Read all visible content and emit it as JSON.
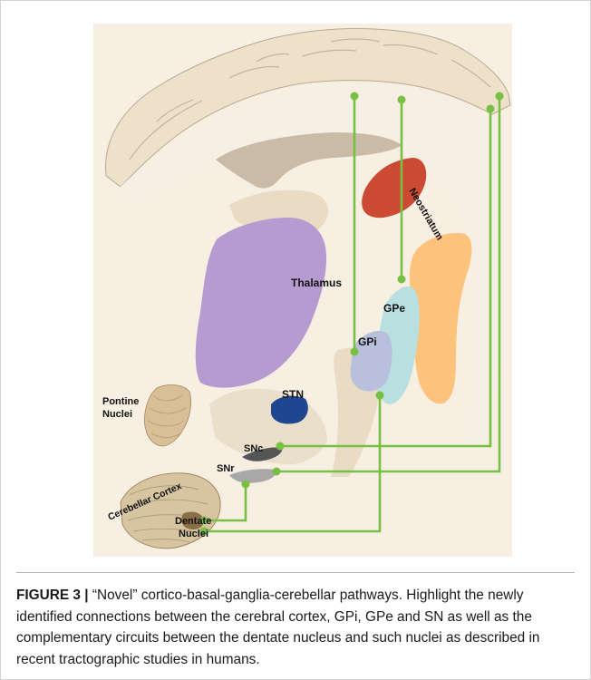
{
  "figure": {
    "labels": {
      "neostriatum": "Neostriatum",
      "thalamus": "Thalamus",
      "gpe": "GPe",
      "gpi": "GPi",
      "stn": "STN",
      "pontine_line1": "Pontine",
      "pontine_line2": "Nuclei",
      "snc": "SNc",
      "snr": "SNr",
      "cerebellar_cortex": "Cerebellar Cortex",
      "dentate_line1": "Dentate",
      "dentate_line2": "Nuclei"
    },
    "colors": {
      "pathway": "#77c043",
      "cortex": "#ede1c9",
      "white_matter": "#f7f0e4",
      "deep_structure": "#e9dbc4",
      "corpus_callosum": "#c9bba5",
      "neostriatum": "#cc4a33",
      "striatum_body": "#fdc27b",
      "thalamus": "#b59bd0",
      "gpe": "#b9e0e0",
      "gpi": "#b9c0de",
      "stn": "#1f4790",
      "snc": "#555555",
      "snr": "#a8a8a8",
      "cerebellum": "#d7c4a0",
      "pontine": "#d9bf96"
    }
  },
  "caption": {
    "label": "FIGURE 3",
    "separator": "|",
    "text": "“Novel” cortico-basal-ganglia-cerebellar pathways. Highlight the newly identified connections between the cerebral cortex, GPi, GPe and SN as well as the complementary circuits between the dentate nucleus and such nuclei as described in recent tractographic studies in humans."
  }
}
